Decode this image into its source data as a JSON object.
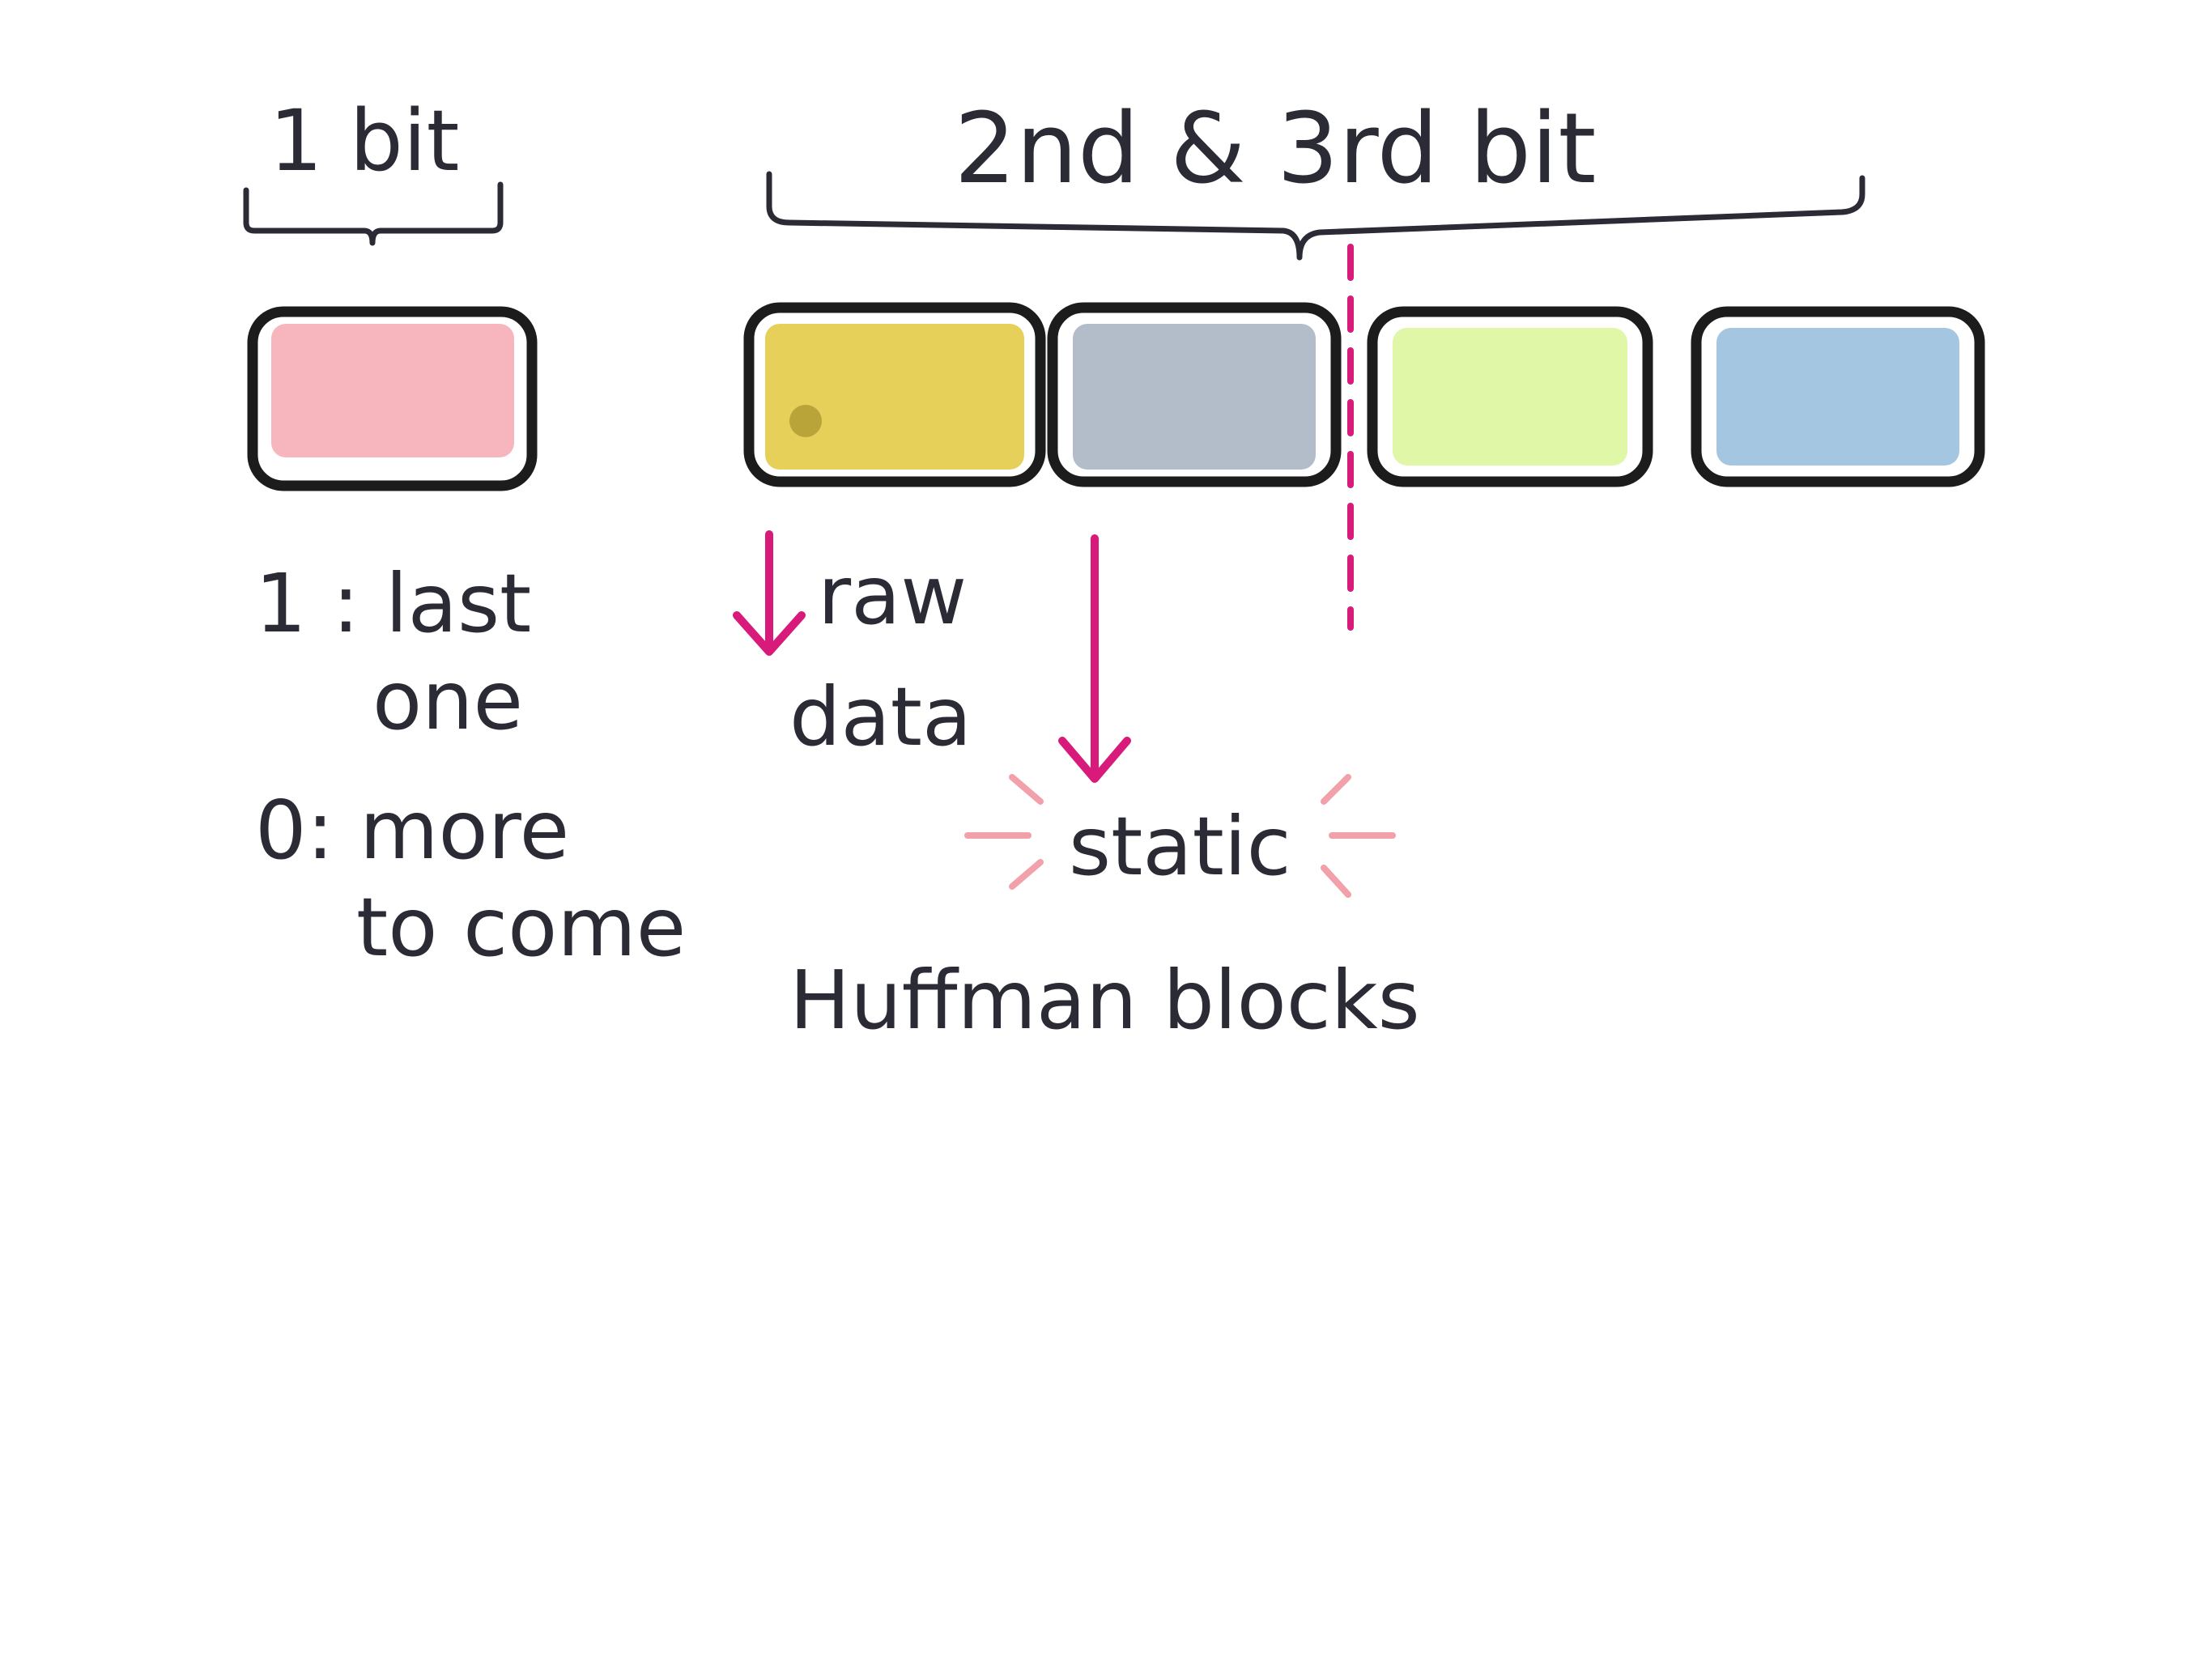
{
  "labels": {
    "first_bit": "1 bit",
    "second_third_bits": "2nd & 3rd bit",
    "last_one": "1 : last one",
    "more_to_come": "0: more to come",
    "raw_data": "raw data",
    "static_huffman": "static Huffman blocks"
  },
  "bits": [
    {
      "color": "#f7b6bd"
    },
    {
      "color": "#e6d05a"
    },
    {
      "color": "#b3bcc9"
    },
    {
      "color": "#dff7a6"
    },
    {
      "color": "#a4c6e0"
    }
  ],
  "colors": {
    "ink": "#2b2b36",
    "arrow": "#d81b7a",
    "highlight": "#f2a0aa",
    "box_outline": "#1c1c1c"
  }
}
